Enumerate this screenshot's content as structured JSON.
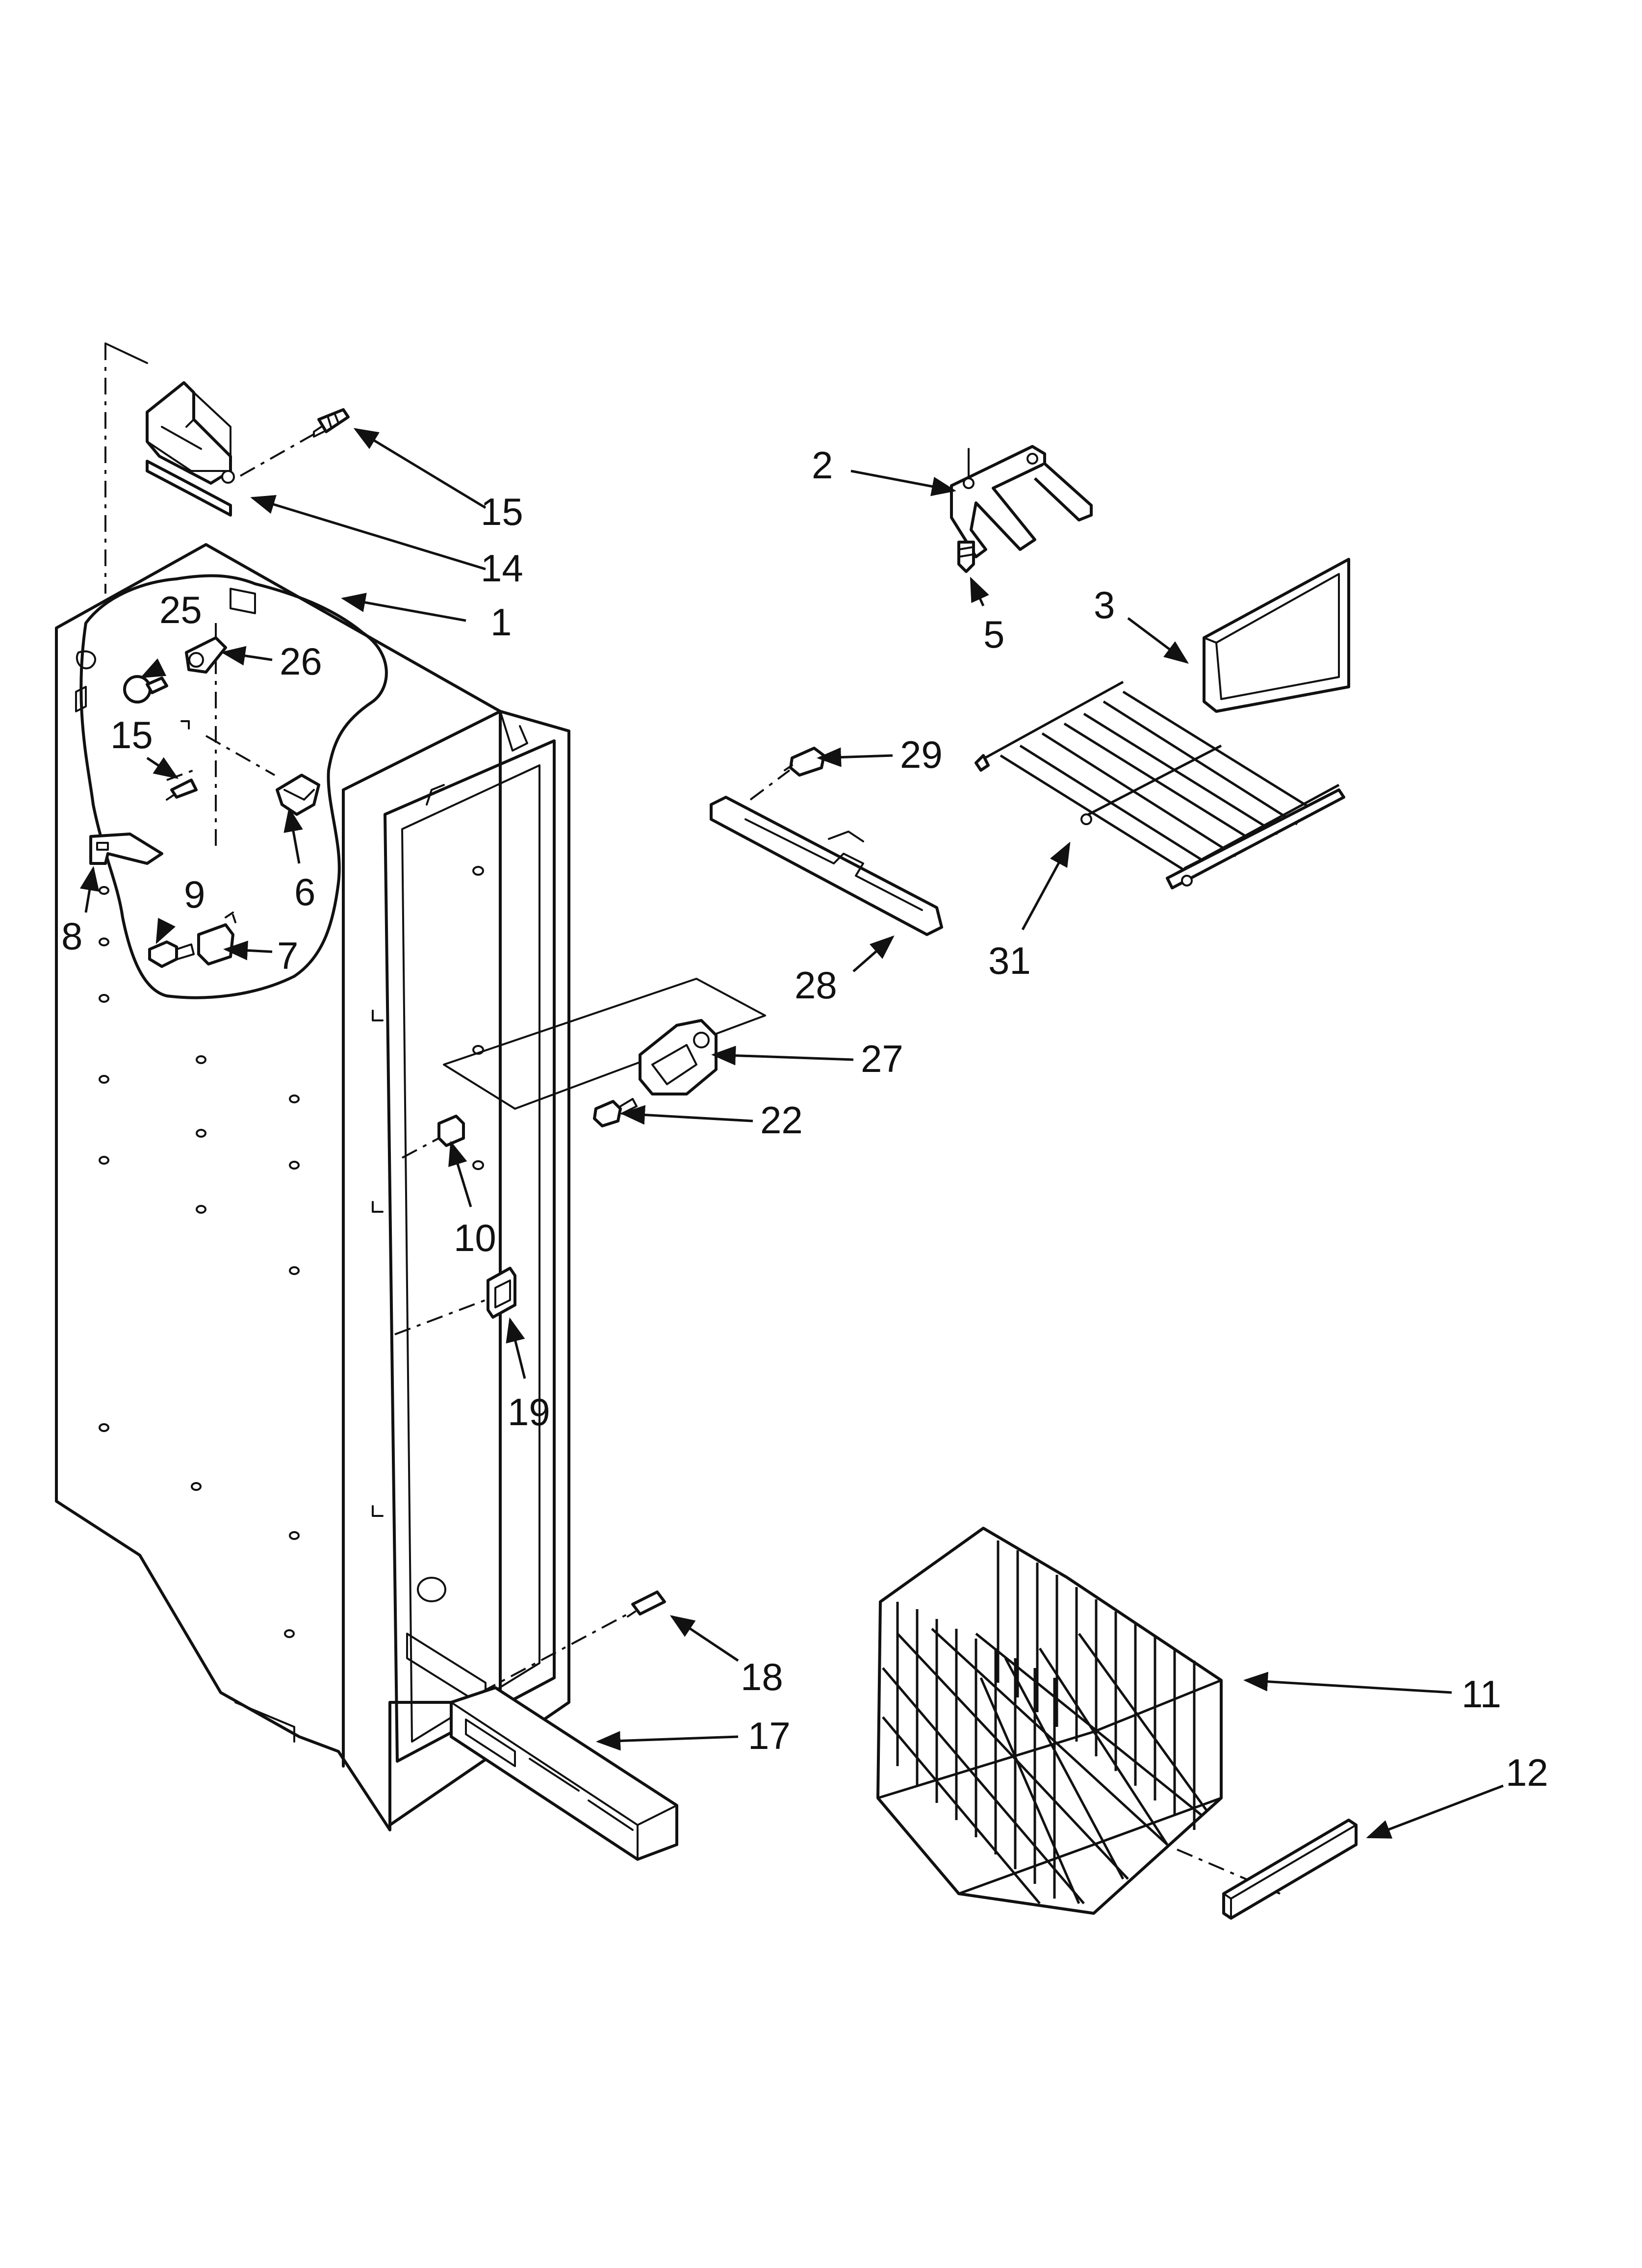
{
  "callouts": {
    "c1": "1",
    "c2": "2",
    "c3": "3",
    "c5": "5",
    "c6": "6",
    "c7": "7",
    "c8": "8",
    "c9": "9",
    "c10": "10",
    "c11": "11",
    "c12": "12",
    "c14": "14",
    "c15a": "15",
    "c15b": "15",
    "c17": "17",
    "c18": "18",
    "c19": "19",
    "c22": "22",
    "c25": "25",
    "c26": "26",
    "c27": "27",
    "c28": "28",
    "c29": "29",
    "c31": "31"
  }
}
